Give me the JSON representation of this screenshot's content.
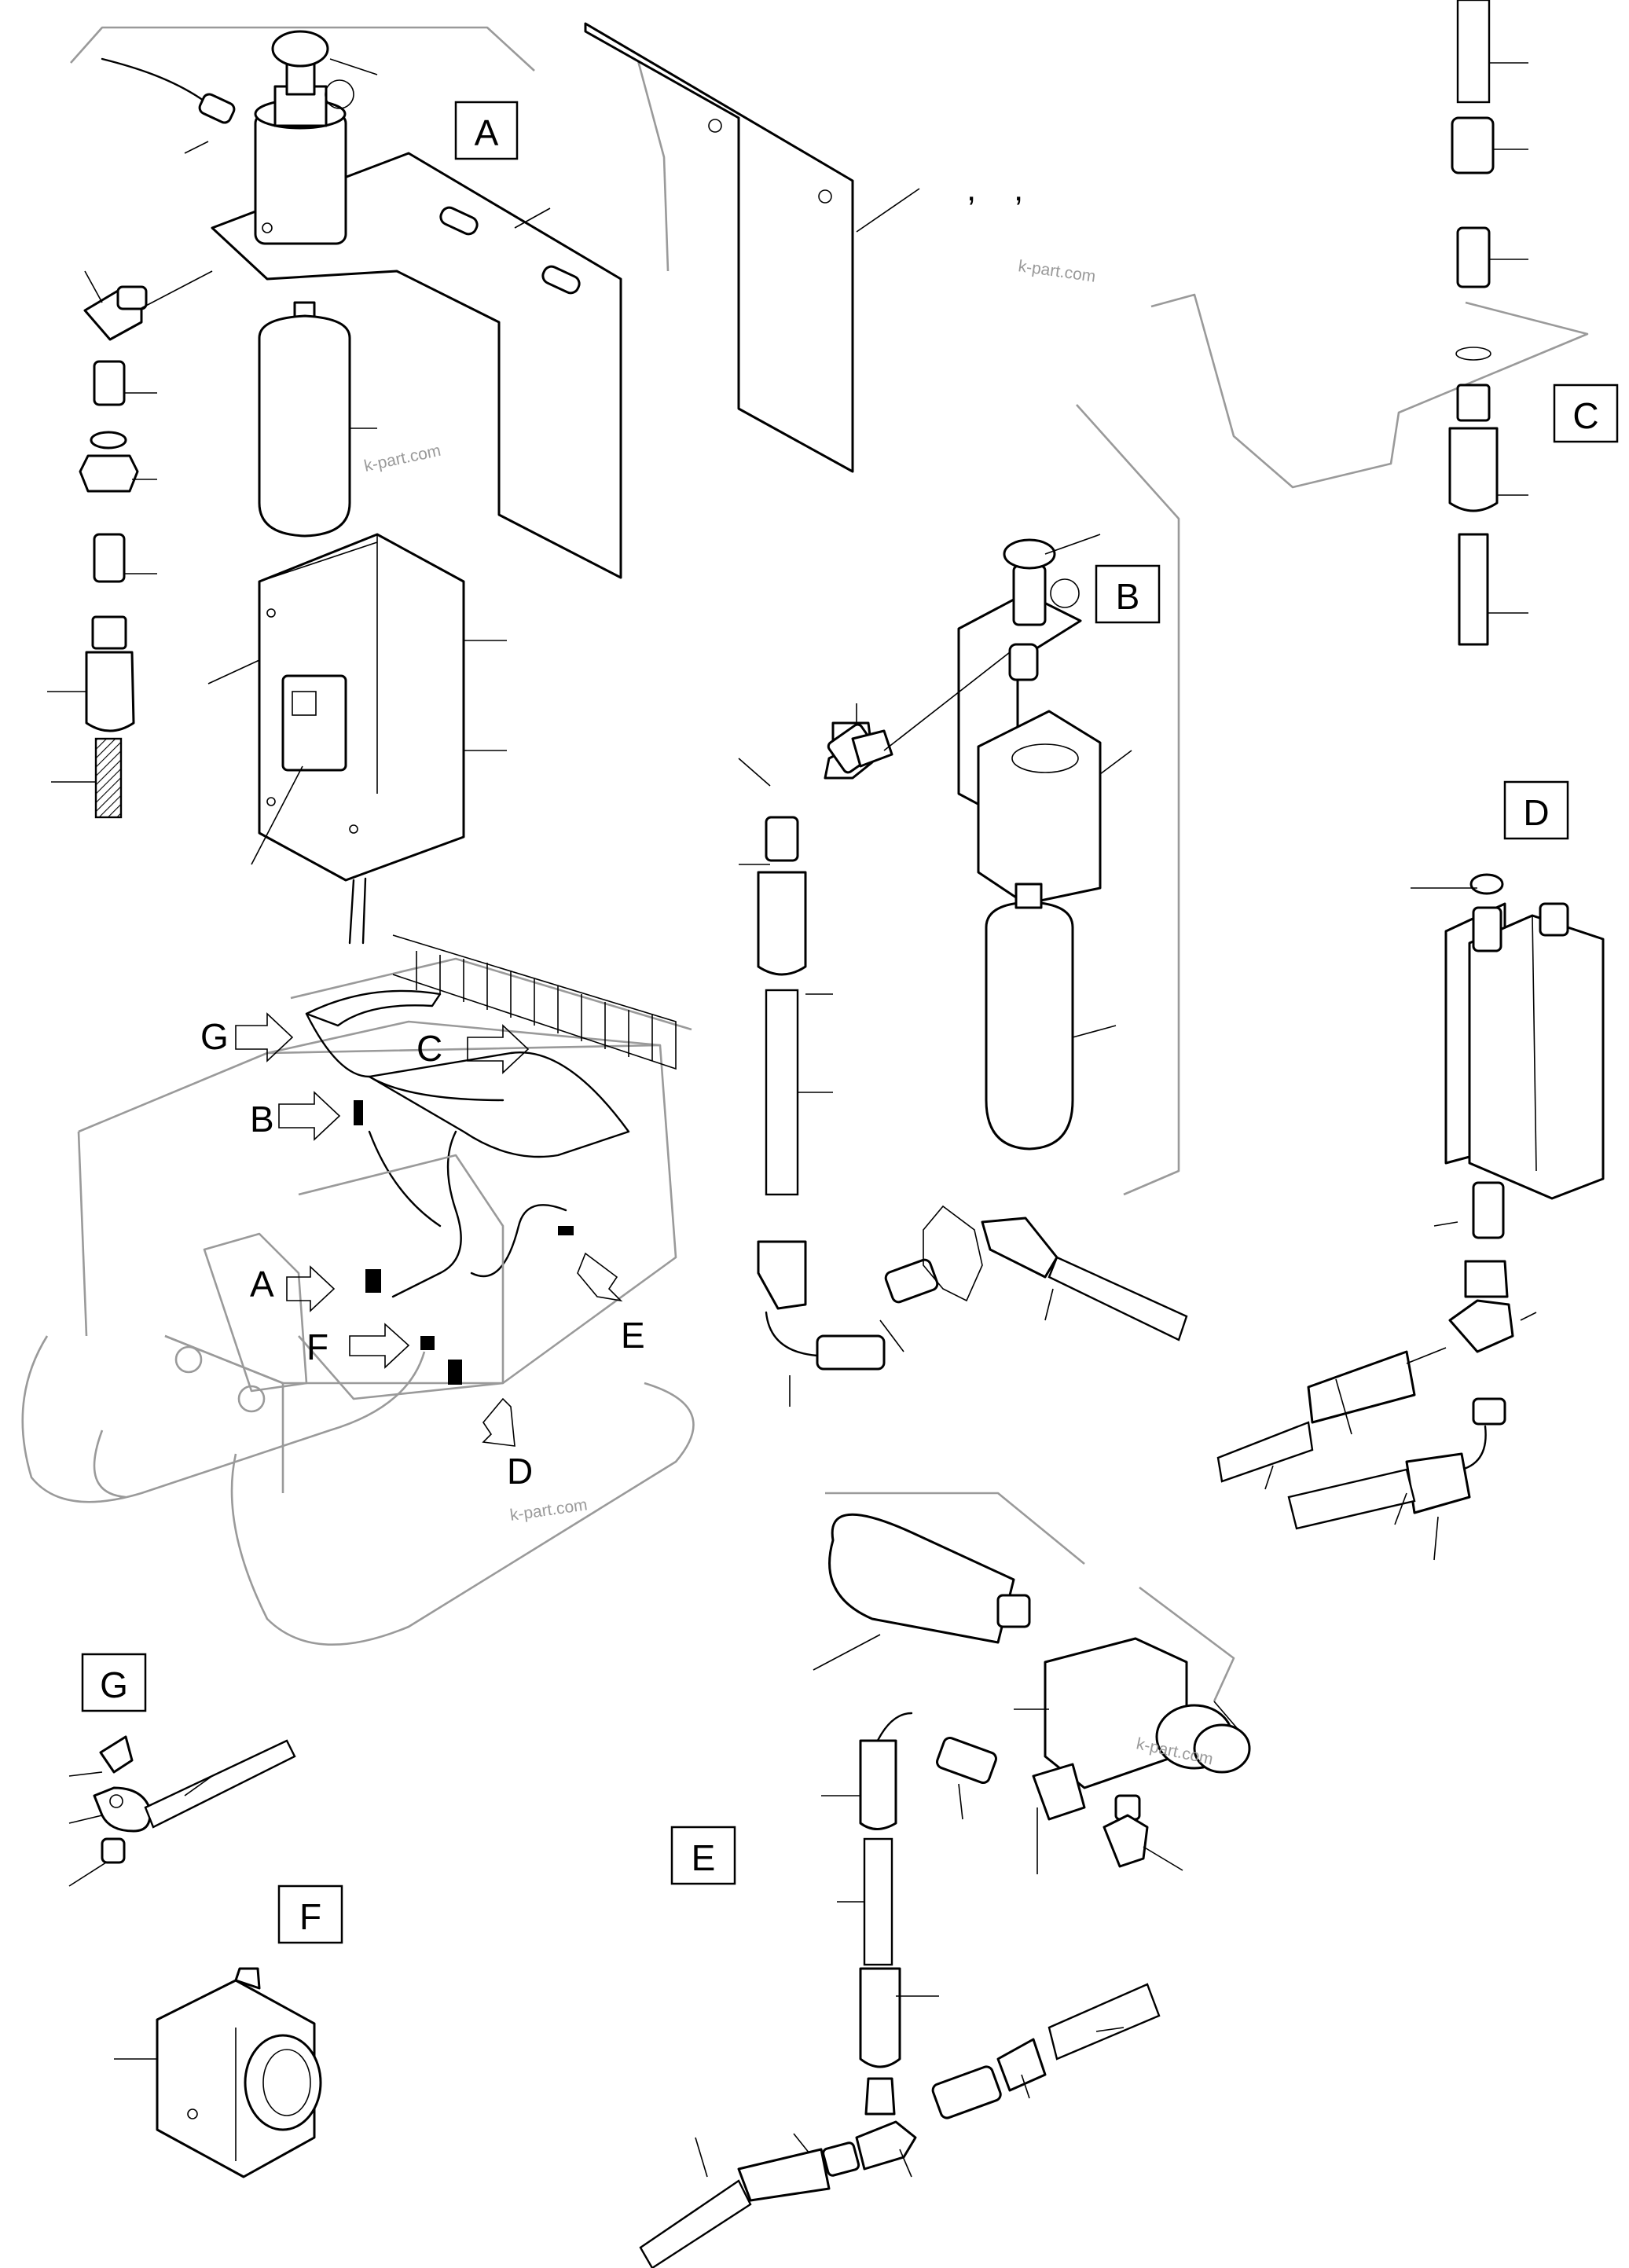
{
  "view_labels": {
    "a": "A",
    "b": "B",
    "c": "C",
    "d": "D",
    "e": "E",
    "f": "F",
    "g": "G"
  },
  "machine_arrows": {
    "a": "A",
    "b": "B",
    "c": "C",
    "d": "D",
    "e": "E",
    "f": "F",
    "g": "G"
  },
  "watermark": "k-part.com",
  "stray_marks": {
    "first": ",",
    "second": ","
  }
}
